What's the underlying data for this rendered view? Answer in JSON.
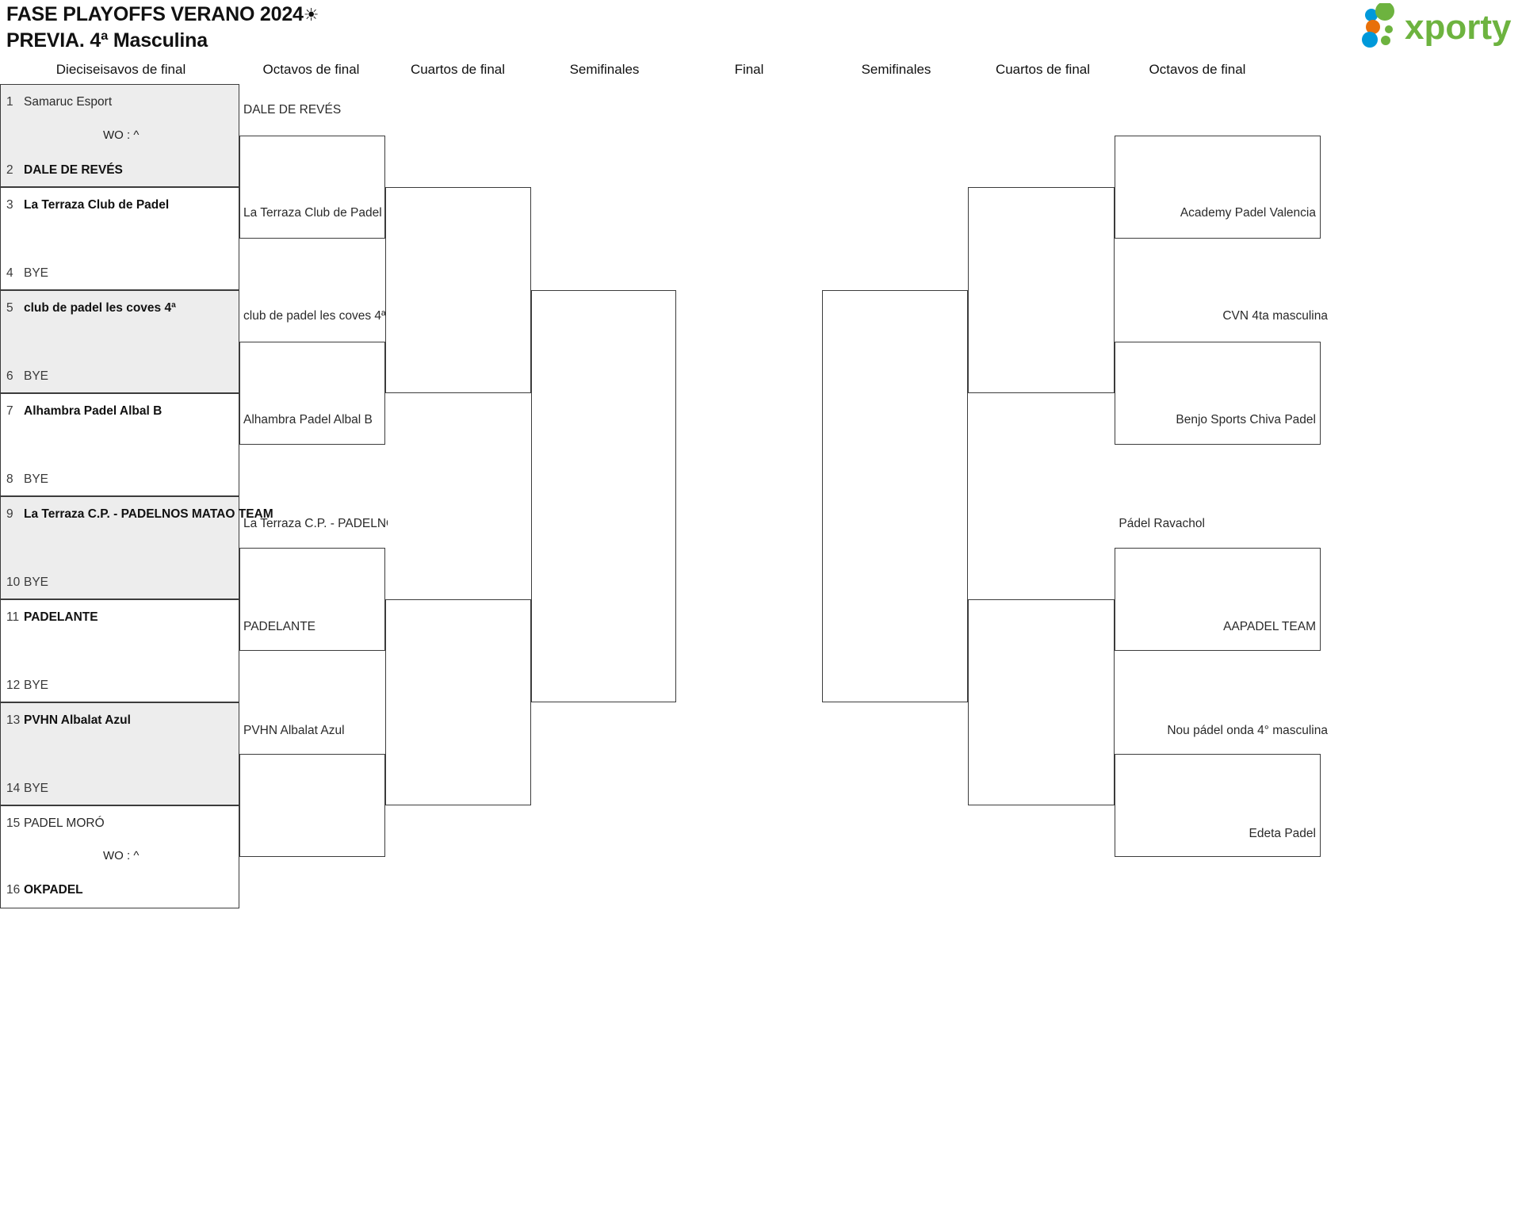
{
  "header": {
    "title_line1": "FASE PLAYOFFS VERANO 2024",
    "sun_icon": "☀",
    "title_line2": "PREVIA. 4ª Masculina",
    "logo_text": "xporty",
    "logo_colors": {
      "green": "#6DB33F",
      "blue": "#0099DA",
      "orange": "#E8700A"
    }
  },
  "rounds": [
    {
      "label": "Dieciseisavos de final"
    },
    {
      "label": "Octavos de final"
    },
    {
      "label": "Cuartos de final"
    },
    {
      "label": "Semifinales"
    },
    {
      "label": "Final"
    },
    {
      "label": "Semifinales"
    },
    {
      "label": "Cuartos de final"
    },
    {
      "label": "Octavos de final"
    }
  ],
  "r16": [
    {
      "seed": "1",
      "team": "Samaruc Esport",
      "winner": false,
      "bye": false,
      "shaded": true
    },
    {
      "seed": "2",
      "team": "DALE DE REVÉS",
      "winner": true,
      "bye": false,
      "shaded": true
    },
    {
      "seed": "3",
      "team": "La Terraza Club de Padel",
      "winner": true,
      "bye": false,
      "shaded": false
    },
    {
      "seed": "4",
      "team": "BYE",
      "winner": false,
      "bye": true,
      "shaded": false
    },
    {
      "seed": "5",
      "team": "club de padel les coves 4ª",
      "winner": true,
      "bye": false,
      "shaded": true
    },
    {
      "seed": "6",
      "team": "BYE",
      "winner": false,
      "bye": true,
      "shaded": true
    },
    {
      "seed": "7",
      "team": "Alhambra Padel Albal B",
      "winner": true,
      "bye": false,
      "shaded": false
    },
    {
      "seed": "8",
      "team": "BYE",
      "winner": false,
      "bye": true,
      "shaded": false
    },
    {
      "seed": "9",
      "team": "La Terraza C.P. - PADELNOS MATAO TEAM",
      "winner": true,
      "bye": false,
      "shaded": true
    },
    {
      "seed": "10",
      "team": "BYE",
      "winner": false,
      "bye": true,
      "shaded": true
    },
    {
      "seed": "11",
      "team": "PADELANTE",
      "winner": true,
      "bye": false,
      "shaded": false
    },
    {
      "seed": "12",
      "team": "BYE",
      "winner": false,
      "bye": true,
      "shaded": false
    },
    {
      "seed": "13",
      "team": "PVHN Albalat Azul",
      "winner": true,
      "bye": false,
      "shaded": true
    },
    {
      "seed": "14",
      "team": "BYE",
      "winner": false,
      "bye": true,
      "shaded": true
    },
    {
      "seed": "15",
      "team": "PADEL MORÓ",
      "winner": false,
      "bye": false,
      "shaded": false
    },
    {
      "seed": "16",
      "team": "OKPADEL",
      "winner": true,
      "bye": false,
      "shaded": false
    }
  ],
  "r16_scores": [
    {
      "text": "WO : ^"
    },
    {
      "text": "WO : ^"
    }
  ],
  "octavos_left": [
    {
      "team": "DALE DE REVÉS"
    },
    {
      "team": "La Terraza Club de Padel"
    },
    {
      "team": "club de padel les coves 4ª"
    },
    {
      "team": "Alhambra Padel Albal B"
    },
    {
      "team": "La Terraza C.P. - PADELNOS MATAO TEAM"
    },
    {
      "team": "PADELANTE"
    },
    {
      "team": "PVHN Albalat Azul"
    }
  ],
  "octavos_right": [
    {
      "team": "Academy Padel Valencia"
    },
    {
      "team": "Benjo Sports Chiva Padel"
    },
    {
      "team": "AAPADEL TEAM"
    },
    {
      "team": "Edeta Padel"
    }
  ],
  "cuartos_right": [
    {
      "team": "CVN 4ta masculina"
    },
    {
      "team": "Nou pádel onda 4° masculina"
    }
  ],
  "semis_right": [
    {
      "team": "Pádel Ravachol"
    }
  ]
}
